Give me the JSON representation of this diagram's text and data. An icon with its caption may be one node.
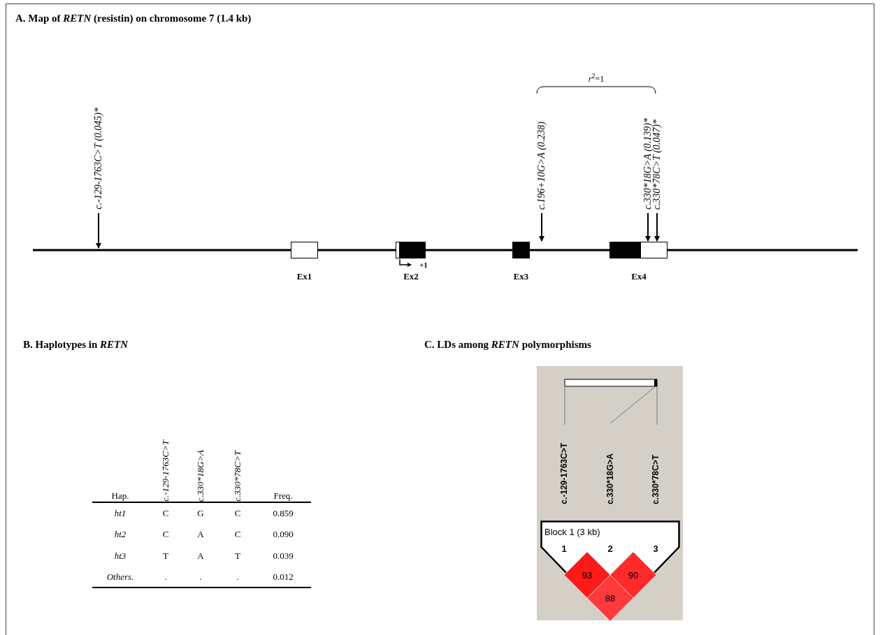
{
  "diagram": {
    "title": "A. Map of *RETN* (resistin) on chromosome 7 (1.4 kb)",
    "nodes": [
      {
        "text": [
          "c.-129-1763C>T (0.045)*"
        ]
      },
      {
        "text": [
          "Ex1"
        ]
      },
      {
        "text": [
          "Ex2"
        ],
        "beside": [
          "+1"
        ]
      },
      {
        "text": [
          "Ex3"
        ]
      },
      {
        "text": [
          "c.196+10G>A (0.238)"
        ]
      },
      {
        "text": [
          "Ex4"
        ]
      },
      {
        "text": [
          "c.330*18G>A (0.139)*"
        ]
      },
      {
        "text": [
          "c.330*78C>T (0.047)*"
        ]
      },
      {
        "text": [
          "Block 1 (3 kb)"
        ]
      },
      {
        "text": [
          "93"
        ],
        "in": 8
      },
      {
        "text": [
          "90"
        ],
        "in": 8
      },
      {
        "text": [
          "88"
        ],
        "in": 8
      }
    ],
    "edges": [
      {
        "from": 0,
        "to": null,
        "arrow": "to"
      },
      {
        "from": 4,
        "to": 3,
        "arrow": "to"
      },
      {
        "from": 6,
        "to": 5,
        "arrow": "to"
      },
      {
        "from": 7,
        "to": 5,
        "arrow": "to"
      }
    ],
    "labels": [
      "*r*$^{2}$=1",
      "B. Haplotypes in *RETN*",
      "C. LDs among *RETN* polymorphisms",
      "Hap.",
      "c.-129-1763C>T",
      "c.330*18G>A",
      "c.330*78C>T",
      "Freq.",
      "ht1",
      "C",
      "G",
      "C",
      "0.859",
      "ht2",
      "C",
      "A",
      "C",
      "0.090",
      "ht3",
      "T",
      "A",
      "T",
      "0.039",
      "Others.",
      ".",
      ".",
      ".",
      "0.012",
      "c.-129-1763C>T",
      "c.330*18G>A",
      "c.330*78C>T",
      "1",
      "2",
      "3"
    ]
  }
}
